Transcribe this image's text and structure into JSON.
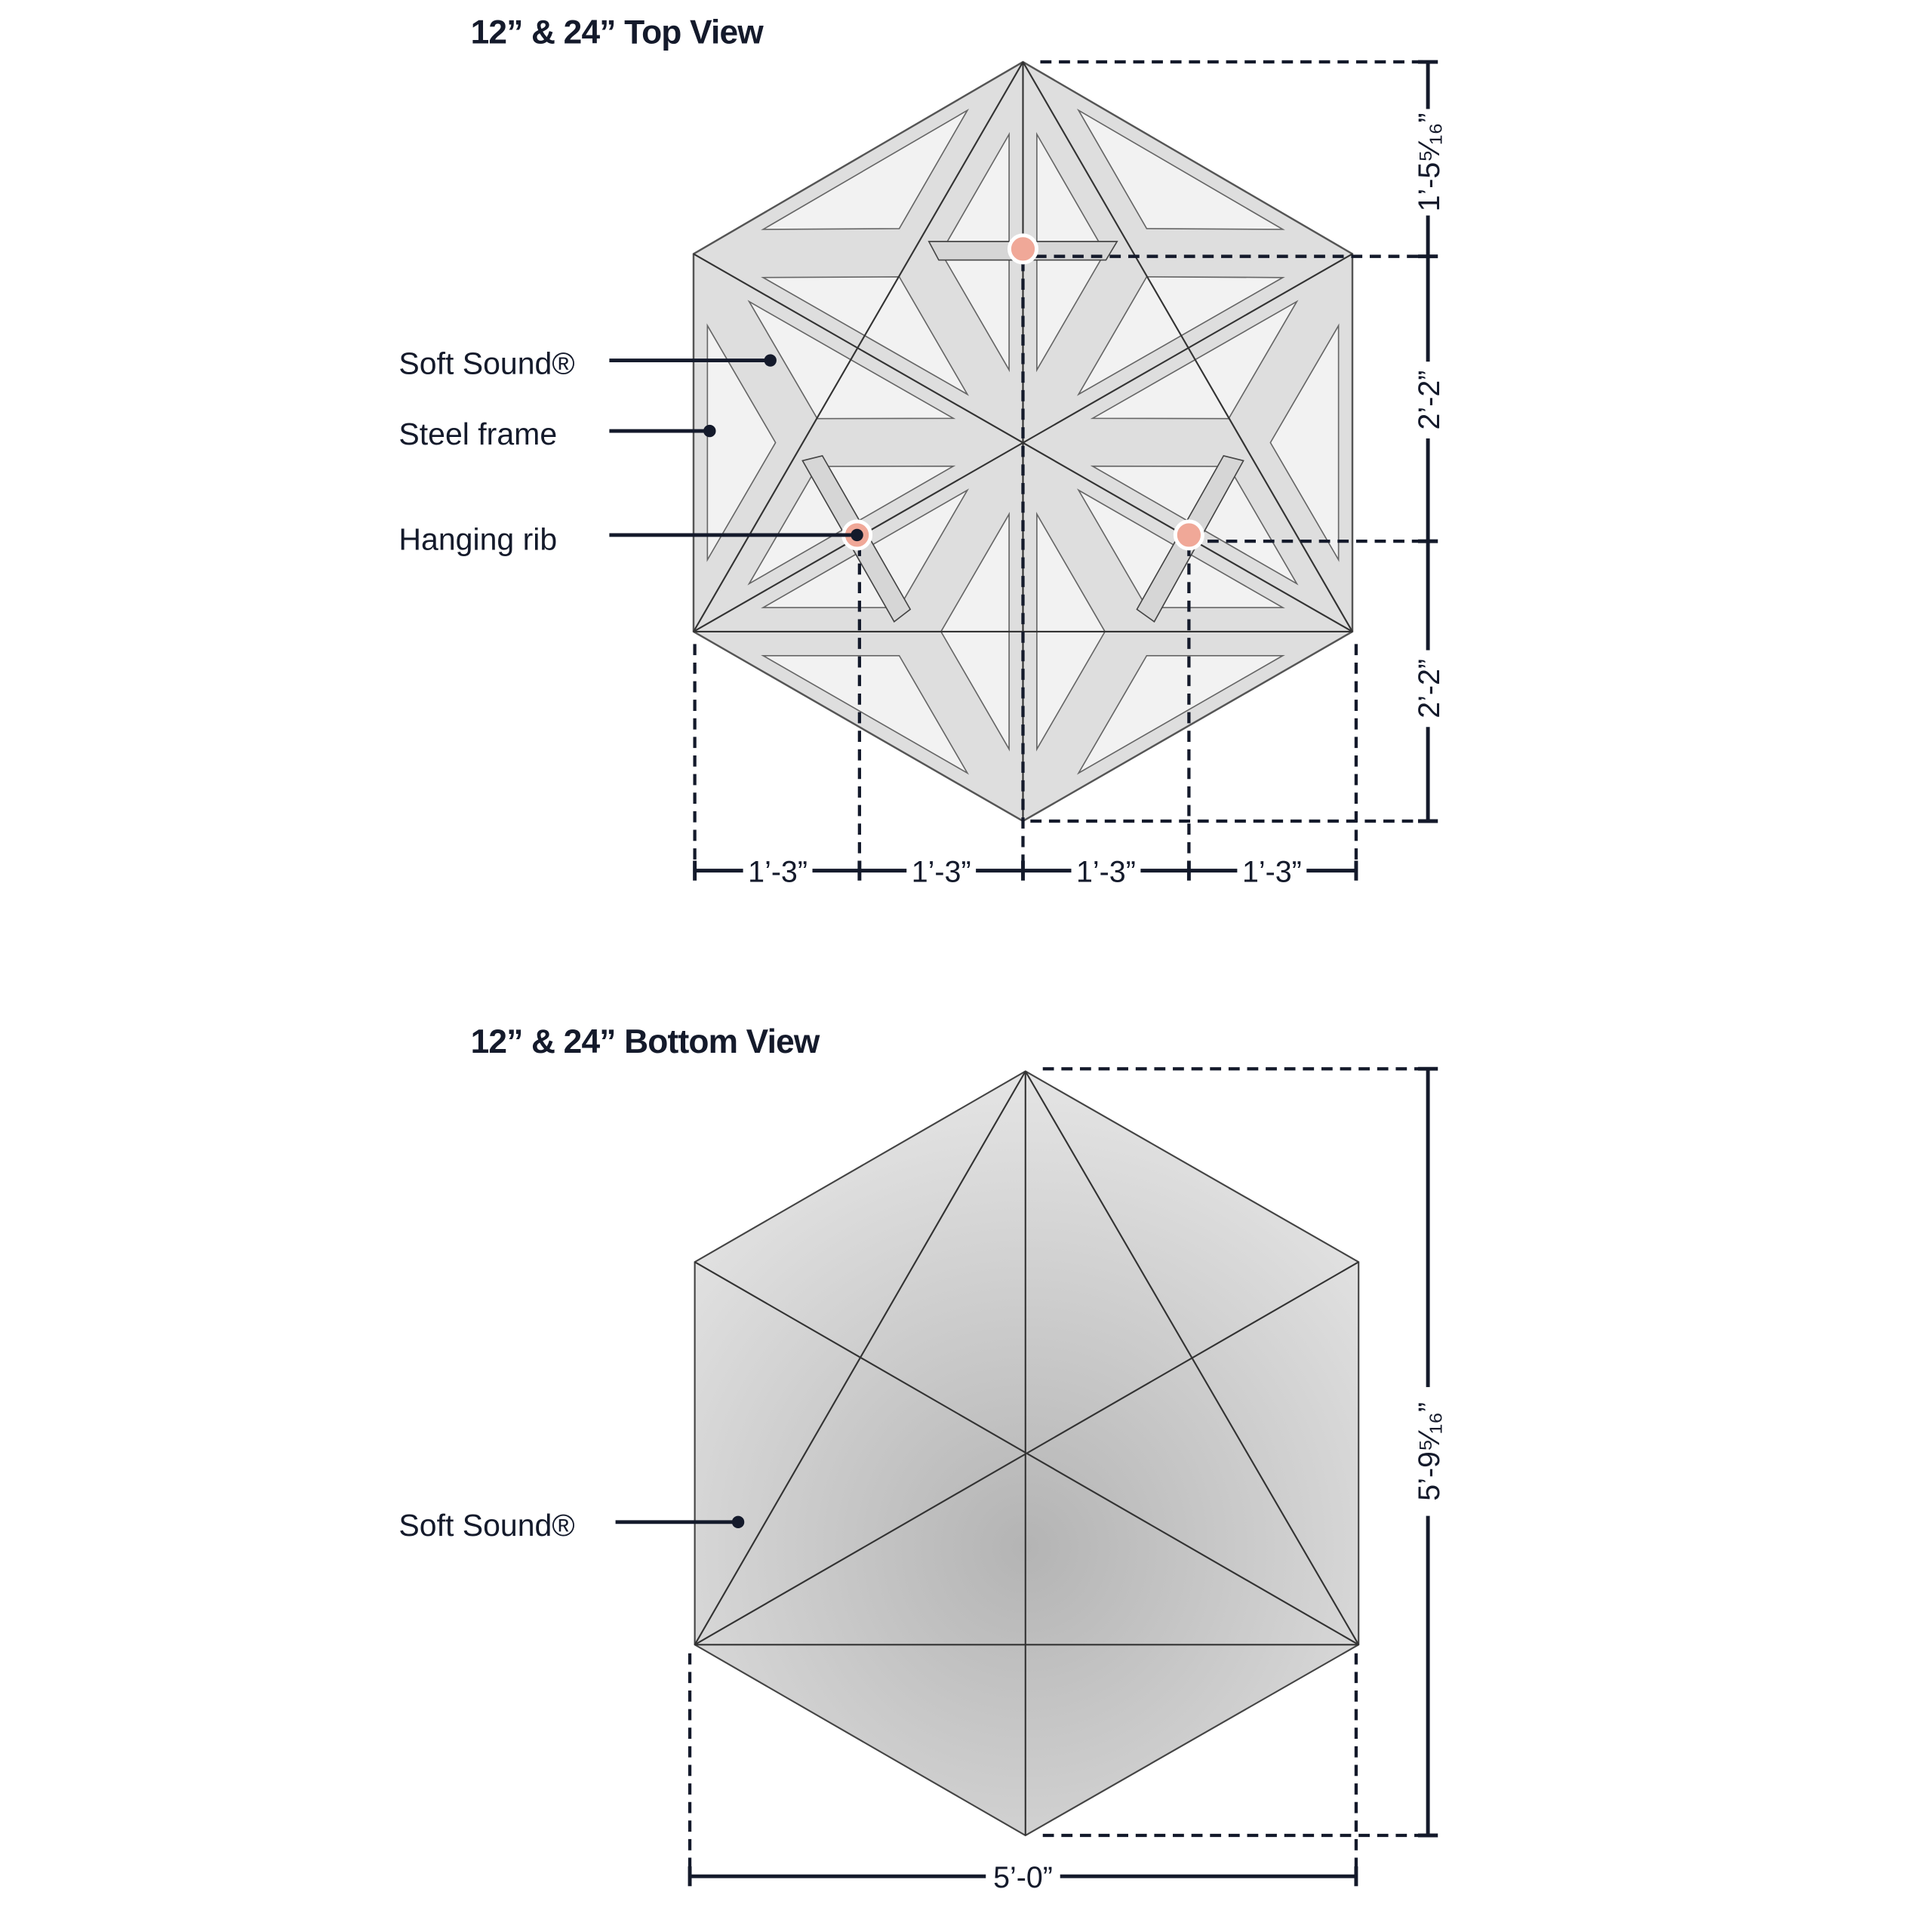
{
  "top_view": {
    "title": "12” & 24” Top View",
    "callouts": [
      {
        "label": "Soft Sound®"
      },
      {
        "label": "Steel frame"
      },
      {
        "label": "Hanging rib"
      }
    ],
    "dimensions_vertical": [
      "1’-5⁵⁄₁₆”",
      "2’-2”",
      "2’-2”"
    ],
    "dimensions_horizontal": [
      "1’-3”",
      "1’-3”",
      "1’-3”",
      "1’-3”"
    ]
  },
  "bottom_view": {
    "title": "12” & 24” Bottom View",
    "callouts": [
      {
        "label": "Soft Sound®"
      }
    ],
    "dimension_vertical": "5’-9⁵⁄₁₆”",
    "dimension_horizontal": "5’-0”"
  },
  "colors": {
    "ink": "#141a2b",
    "hanging_point": "#f0a898",
    "frame": "#dedede",
    "panel": "#f2f2f2"
  }
}
